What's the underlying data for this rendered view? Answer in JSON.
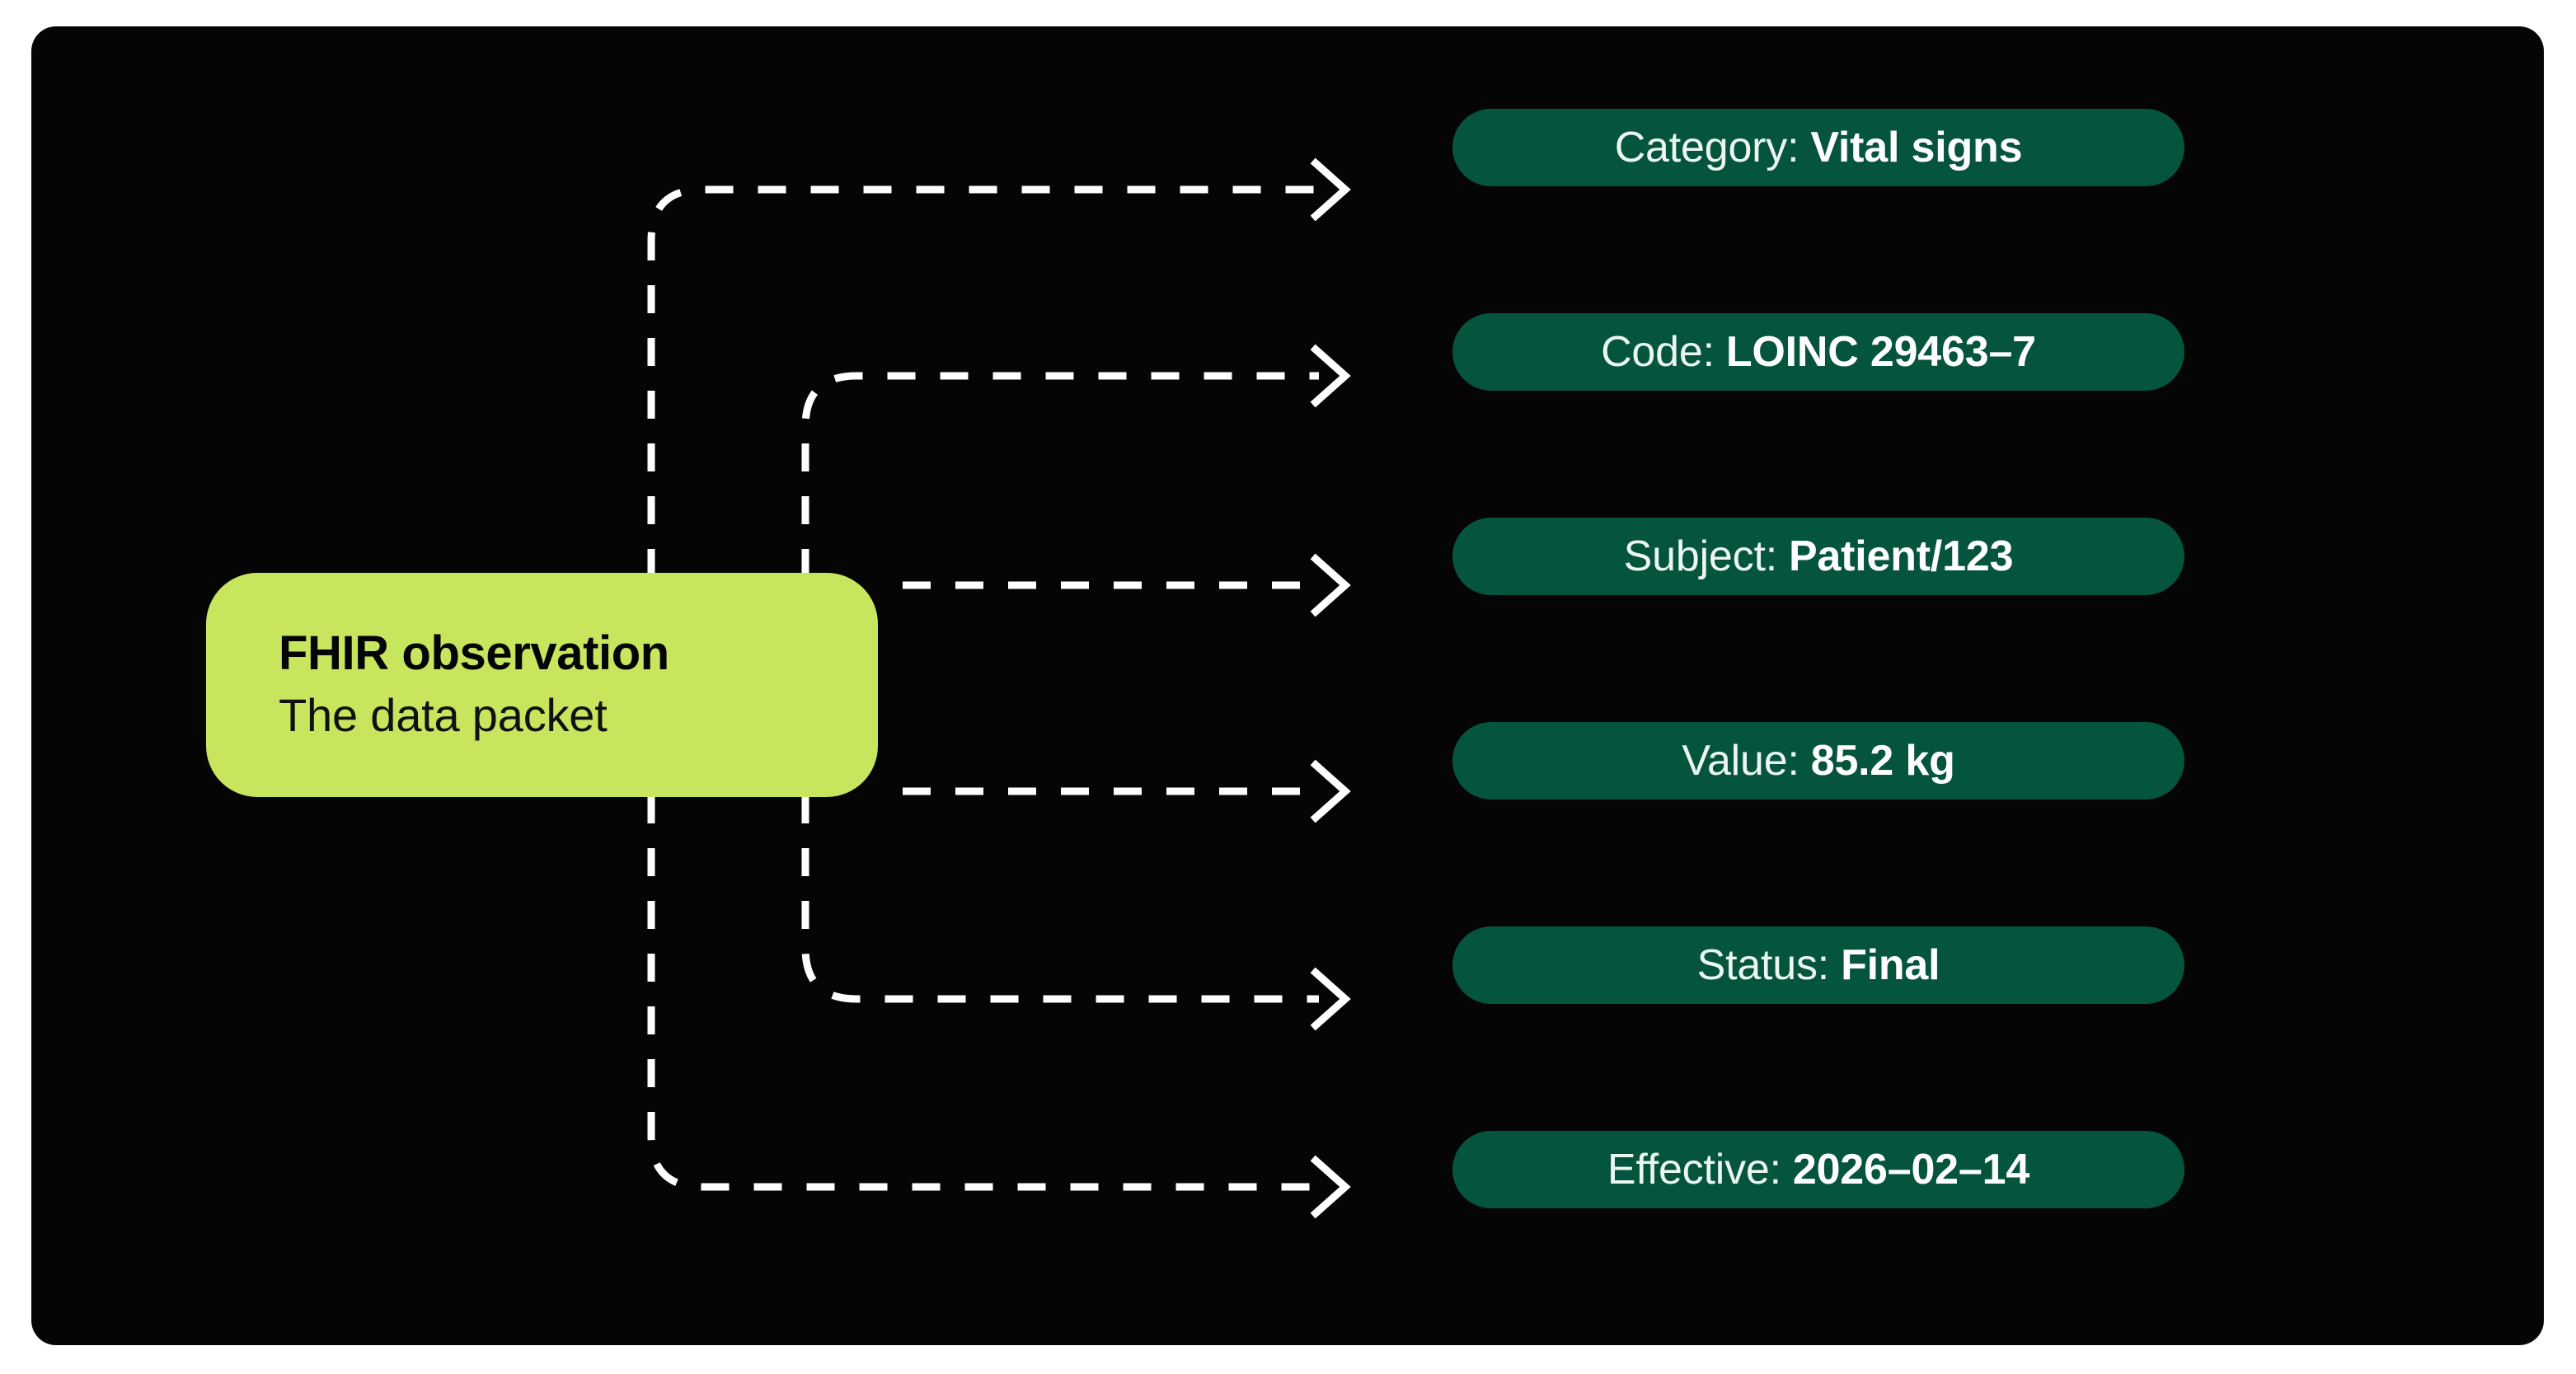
{
  "canvas": {
    "background_color": "#050505",
    "page_background_color": "#ffffff"
  },
  "source_node": {
    "title": "FHIR observation",
    "subtitle": "The data packet",
    "fill_color": "#c7e65e",
    "text_color": "#050505"
  },
  "connector_style": {
    "color": "#ffffff",
    "dash": "dashed",
    "arrowhead": "open-chevron"
  },
  "attributes": [
    {
      "key": "Category:",
      "value": "Vital signs",
      "fill_color": "#05543e",
      "text_color": "#ffffff"
    },
    {
      "key": "Code:",
      "value": "LOINC 29463–7",
      "fill_color": "#05543e",
      "text_color": "#ffffff"
    },
    {
      "key": "Subject:",
      "value": "Patient/123",
      "fill_color": "#05543e",
      "text_color": "#ffffff"
    },
    {
      "key": "Value:",
      "value": "85.2 kg",
      "fill_color": "#05543e",
      "text_color": "#ffffff"
    },
    {
      "key": "Status:",
      "value": "Final",
      "fill_color": "#05543e",
      "text_color": "#ffffff"
    },
    {
      "key": "Effective:",
      "value": "2026–02–14",
      "fill_color": "#05543e",
      "text_color": "#ffffff"
    }
  ]
}
